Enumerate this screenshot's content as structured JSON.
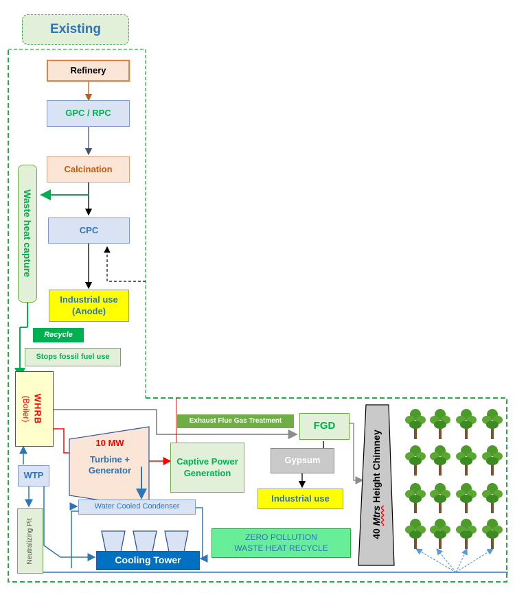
{
  "title": "Existing",
  "nodes": {
    "refinery": "Refinery",
    "gpc_rpc": "GPC / RPC",
    "calcination": "Calcination",
    "cpc": "CPC",
    "industrial_anode": "Industrial use (Anode)",
    "waste_heat_capture": "Waste heat capture",
    "recycle": "Recycle",
    "stops_fossil": "Stops fossil fuel use",
    "whrb": "WHRB",
    "boiler": "(Boiler)",
    "turbine_mw": "10 MW",
    "turbine_label": "Turbine + Generator",
    "captive_power": "Captive Power Generation",
    "exhaust": "Exhaust Flue Gas Treatment",
    "fgd": "FGD",
    "gypsum": "Gypsum",
    "industrial_use": "Industrial use",
    "chimney_num": "40",
    "chimney_unit": "Mtrs",
    "chimney_rest": "Height Chimney",
    "wtp": "WTP",
    "neutralizing_pit": "Neutralizing Pit",
    "condenser": "Water Cooled Condenser",
    "cooling_tower": "Cooling Tower",
    "zero_pollution_1": "ZERO POLLUTION",
    "zero_pollution_2": "WASTE HEAT RECYCLE"
  },
  "colors": {
    "green_border": "#33a34a",
    "orange": "#c55a11",
    "blue_text": "#2e75b6",
    "green_text": "#00b050",
    "light_blue": "#dae3f3",
    "light_orange": "#fbe5d6",
    "yellow": "#ffff00",
    "dark_green": "#3a9a3a",
    "cooling_blue": "#0070c0",
    "red": "#ff0000"
  },
  "icons": {
    "tree": "tree-icon",
    "cup": "cooling-cup-icon"
  }
}
